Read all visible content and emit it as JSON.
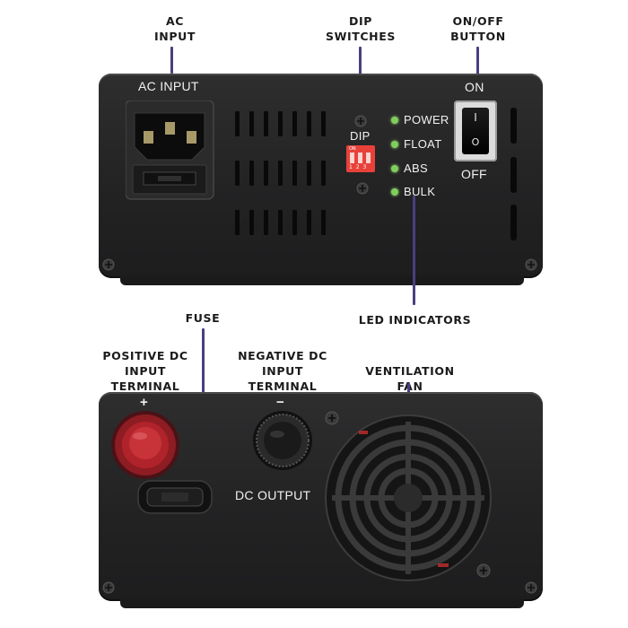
{
  "callouts": {
    "ac_input": [
      "AC",
      "INPUT"
    ],
    "dip_switches": [
      "DIP",
      "SWITCHES"
    ],
    "on_off_button": [
      "ON/OFF",
      "BUTTON"
    ],
    "fuse": [
      "FUSE"
    ],
    "led_indicators": [
      "LED INDICATORS"
    ],
    "positive_dc": [
      "POSITIVE DC",
      "INPUT TERMINAL"
    ],
    "negative_dc": [
      "NEGATIVE DC",
      "INPUT TERMINAL"
    ],
    "ventilation_fan": [
      "VENTILATION FAN"
    ]
  },
  "front_panel": {
    "ac_input_label": "AC INPUT",
    "dip_label": "DIP",
    "dip_on_text": "ON",
    "dip_numbers": "1 2 3",
    "leds": [
      {
        "label": "POWER",
        "color": "#7fcf5a"
      },
      {
        "label": "FLOAT",
        "color": "#7fcf5a"
      },
      {
        "label": "ABS",
        "color": "#7fcf5a"
      },
      {
        "label": "BULK",
        "color": "#7fcf5a"
      }
    ],
    "switch_on_label": "ON",
    "switch_off_label": "OFF",
    "switch_on_symbol": "I",
    "switch_off_symbol": "O"
  },
  "back_panel": {
    "plus_sign": "+",
    "minus_sign": "−",
    "dc_output_label": "DC OUTPUT"
  },
  "colors": {
    "leader": "#4a3f80",
    "panel": "#262627",
    "dip_switch": "#e8413a",
    "positive_terminal": "#b0232a"
  }
}
